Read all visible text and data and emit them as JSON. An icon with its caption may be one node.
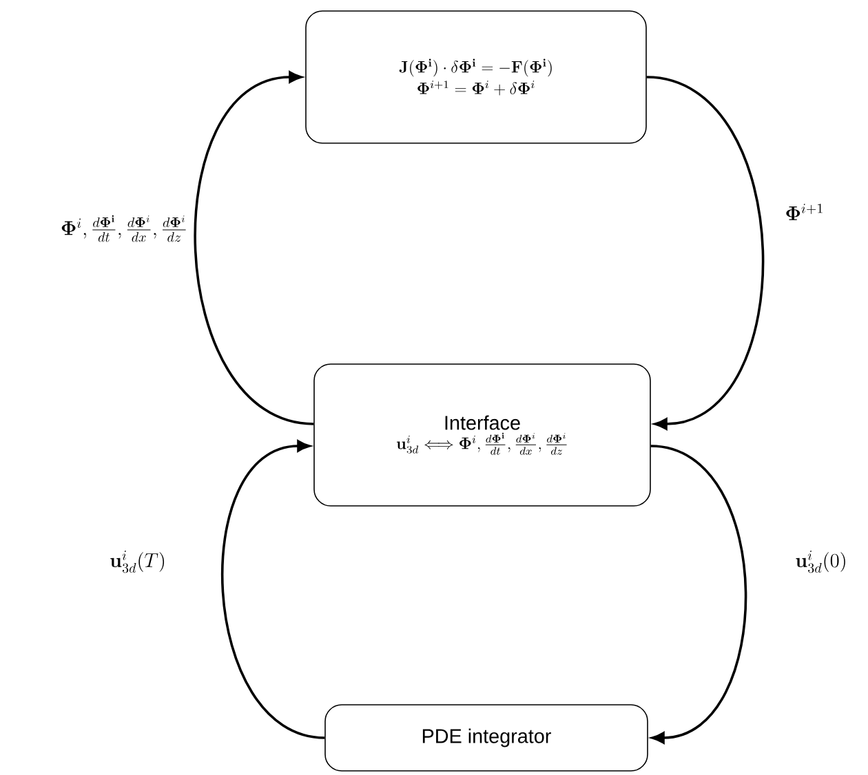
{
  "diagram": {
    "nodes": [
      {
        "text": [
          "\\mathbf{J}(\\mathbf{\\Phi}^{\\mathbf{i}})\\cdot\\delta\\mathbf{\\Phi}^{\\mathbf{i}} = -\\mathbf{F}(\\mathbf{\\Phi}^{\\mathbf{i}})",
          "\\mathbf{\\Phi}^{i+1} = \\mathbf{\\Phi}^{i} + \\delta\\mathbf{\\Phi}^{i}"
        ]
      },
      {
        "text": [
          "Interface",
          "\\mathbf{u}^{i}_{3d} \\Longleftrightarrow \\mathbf{\\Phi}^{i}, \\frac{d\\mathbf{\\Phi}^{\\mathbf{i}}}{dt}, \\frac{d\\mathbf{\\Phi}^{i}}{dx}, \\frac{d\\mathbf{\\Phi}^{i}}{dz}"
        ]
      },
      {
        "text": [
          "PDE integrator"
        ]
      }
    ],
    "edges": [
      {
        "from": 1,
        "to": 0,
        "arrow": "to",
        "label": "\\mathbf{\\Phi}^{i}, \\frac{d\\mathbf{\\Phi}^{\\mathbf{i}}}{dt}, \\frac{d\\mathbf{\\Phi}^{i}}{dx}, \\frac{d\\mathbf{\\Phi}^{i}}{dz}"
      },
      {
        "from": 0,
        "to": 1,
        "arrow": "to",
        "label": "\\mathbf{\\Phi}^{i+1}"
      },
      {
        "from": 2,
        "to": 1,
        "arrow": "to",
        "label": "\\mathbf{u}^{i}_{3d}(T)"
      },
      {
        "from": 1,
        "to": 2,
        "arrow": "to",
        "label": "\\mathbf{u}^{i}_{3d}(0)"
      }
    ]
  }
}
